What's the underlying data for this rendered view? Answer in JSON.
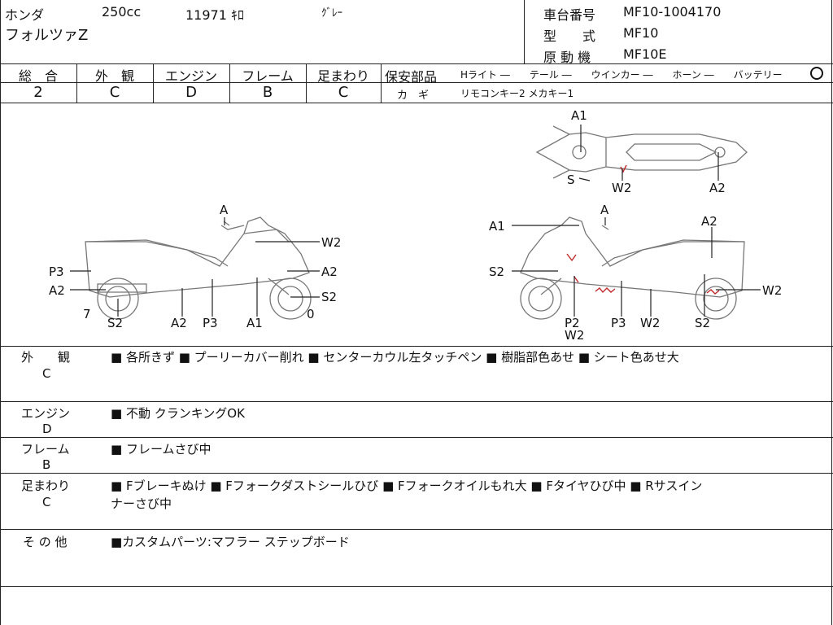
{
  "header": {
    "maker": "ホンダ",
    "cc": "250cc",
    "mileage": "11971 ｷﾛ",
    "color": "ｸﾞﾚｰ",
    "model": "フォルツァZ",
    "frame_label": "車台番号",
    "frame_no": "MF10-1004170",
    "type_label": "型　　式",
    "type_value": "MF10",
    "engine_label": "原 動 機",
    "engine_value": "MF10E"
  },
  "grades": {
    "headers": [
      "総　合",
      "外　観",
      "エンジン",
      "フレーム",
      "足まわり"
    ],
    "values": [
      "2",
      "C",
      "D",
      "B",
      "C"
    ]
  },
  "safety": {
    "label": "保安部品",
    "items": "Hライト ―　　テール ―　　ウインカー ―　　ホーン ―　　バッテリー",
    "key_label": "カ　ギ",
    "key_value": "リモコンキー2 メカキー1"
  },
  "diagram": {
    "top_labels": [
      "A1",
      "S",
      "W2",
      "A2"
    ],
    "left_labels": [
      "A",
      "W2",
      "P3",
      "A2",
      "A2",
      "S2",
      "7",
      "S2",
      "A2",
      "P3",
      "A1",
      "0"
    ],
    "right_labels": [
      "A",
      "A1",
      "A2",
      "S2",
      "W2",
      "P2",
      "W2",
      "P3",
      "W2",
      "S2"
    ]
  },
  "notes": [
    {
      "title": "外　　観",
      "grade": "C",
      "text": "■ 各所きず ■ プーリーカバー削れ ■ センターカウル左タッチペン ■ 樹脂部色あせ ■ シート色あせ大"
    },
    {
      "title": "エンジン",
      "grade": "D",
      "text": "■ 不動 クランキングOK"
    },
    {
      "title": "フレーム",
      "grade": "B",
      "text": "■ フレームさび中"
    },
    {
      "title": "足まわり",
      "grade": "C",
      "text": "■ Fブレーキぬけ ■ Fフォークダストシールひび ■ Fフォークオイルもれ大 ■ Fタイヤひび中 ■ Rサスイン",
      "text2": "ナーさび中"
    },
    {
      "title": "そ の 他",
      "grade": "",
      "text": "■カスタムパーツ:マフラー ステップボード"
    }
  ]
}
